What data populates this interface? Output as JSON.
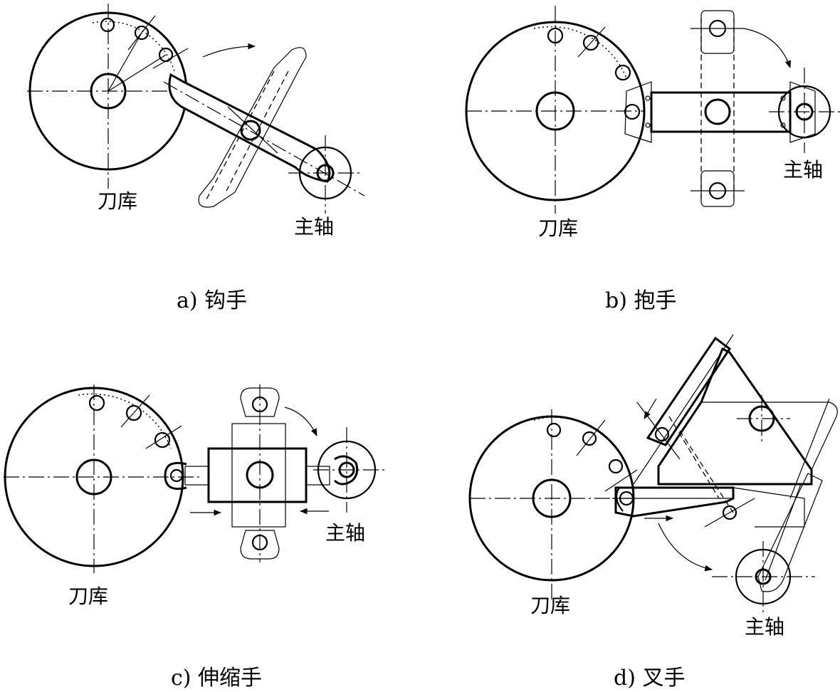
{
  "panels": [
    {
      "id": "a",
      "magazine_label": "刀库",
      "spindle_label": "主轴",
      "caption": "a) 钩手"
    },
    {
      "id": "b",
      "magazine_label": "刀库",
      "spindle_label": "主轴",
      "caption": "b) 抱手"
    },
    {
      "id": "c",
      "magazine_label": "刀库",
      "spindle_label": "主轴",
      "caption": "c) 伸缩手"
    },
    {
      "id": "d",
      "magazine_label": "刀库",
      "spindle_label": "主轴",
      "caption": "d) 叉手"
    }
  ]
}
